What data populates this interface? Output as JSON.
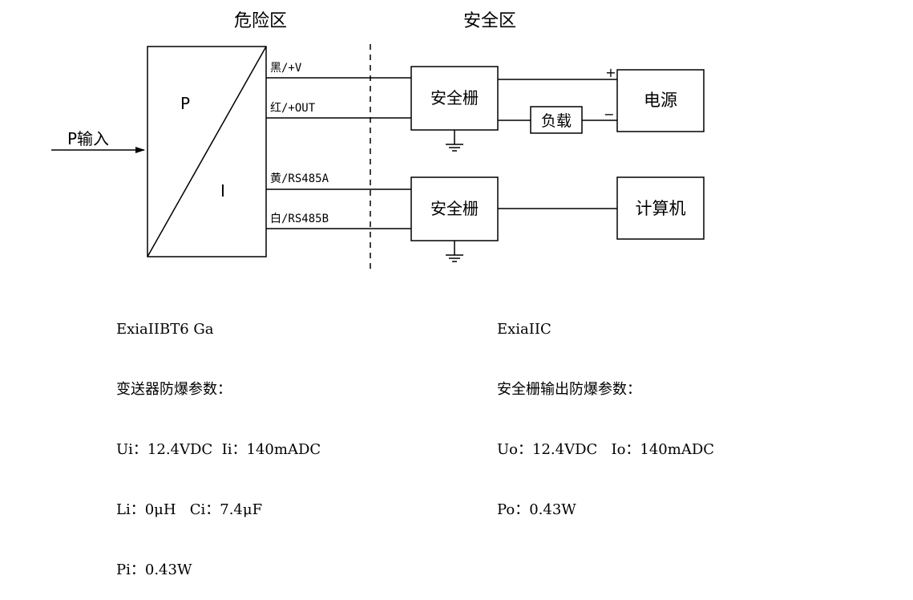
{
  "zones": {
    "hazardous": "危险区",
    "safe": "安全区"
  },
  "transmitter": {
    "label_p": "P",
    "label_i": "I"
  },
  "input_label": "P输入",
  "wires": {
    "black": "黑/+V",
    "red": "红/+OUT",
    "yellow": "黄/RS485A",
    "white": "白/RS485B"
  },
  "barrier_label": "安全栅",
  "power_supply": {
    "label": "电源",
    "plus": "+",
    "minus": "−"
  },
  "load_label": "负载",
  "computer_label": "计算机",
  "transmitter_specs": {
    "line1": "ExiaIIBT6 Ga",
    "line2": "变送器防爆参数：",
    "line3": "Ui：12.4VDC  Ii：140mADC",
    "line4": "Li：0μH   Ci：7.4μF",
    "line5": "Pi：0.43W"
  },
  "barrier_specs": {
    "line1": "ExiaIIC",
    "line2": "安全栅输出防爆参数：",
    "line3": "Uo：12.4VDC   Io：140mADC",
    "line4": "Po：0.43W"
  }
}
